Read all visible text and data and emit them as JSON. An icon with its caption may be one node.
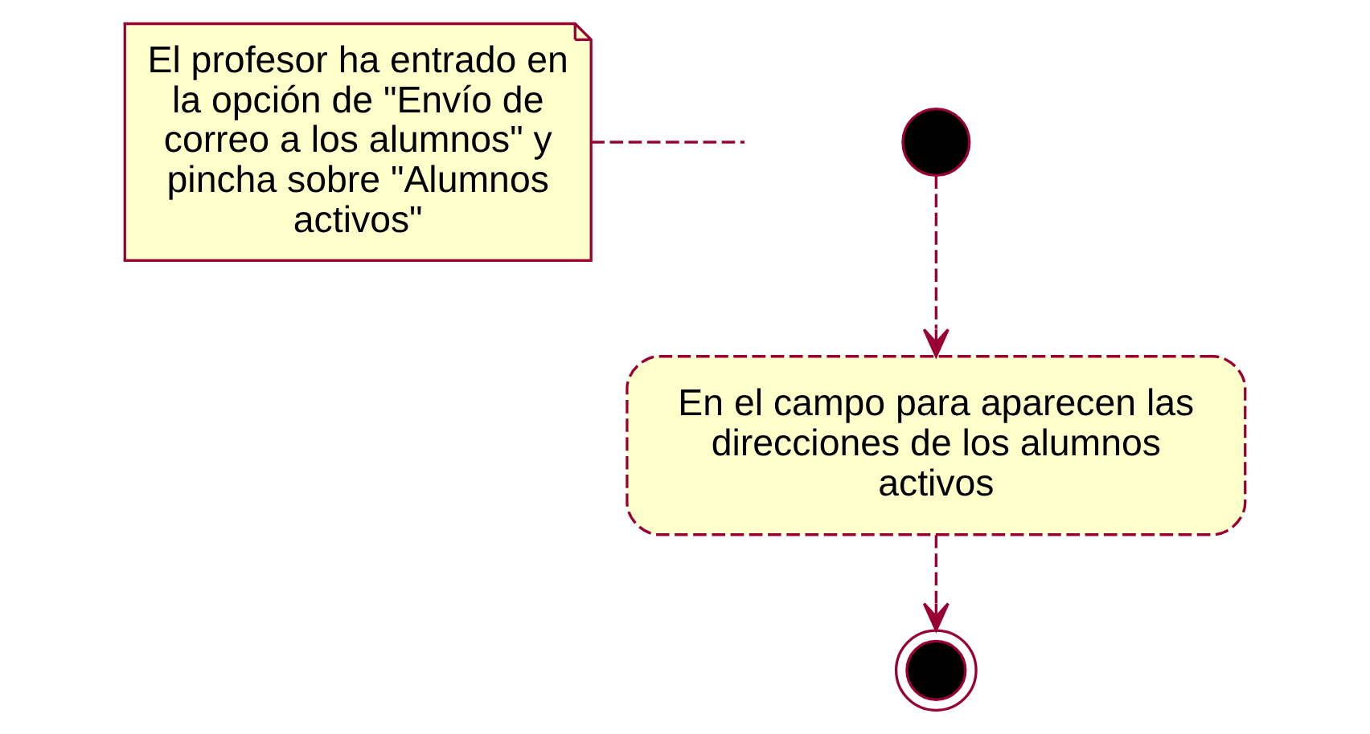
{
  "diagram": {
    "nodes": [
      {
        "text": [
          "El profesor ha entrado en la opción de \"Envío de correo a los alumnos\" y pincha sobre \"Alumnos activos\""
        ]
      },
      {
        "text": [],
        "shape": "circle"
      },
      {
        "text": [
          "En el campo para aparecen las direcciones de los alumnos activos"
        ]
      },
      {
        "text": [],
        "shape": "circle"
      }
    ],
    "edges": [
      {
        "from": 0,
        "to": null,
        "arrow": "none",
        "style": "dashed"
      },
      {
        "from": 1,
        "to": 2,
        "arrow": "to",
        "style": "dashed"
      },
      {
        "from": 2,
        "to": 3,
        "arrow": "to",
        "style": "dashed"
      }
    ]
  }
}
